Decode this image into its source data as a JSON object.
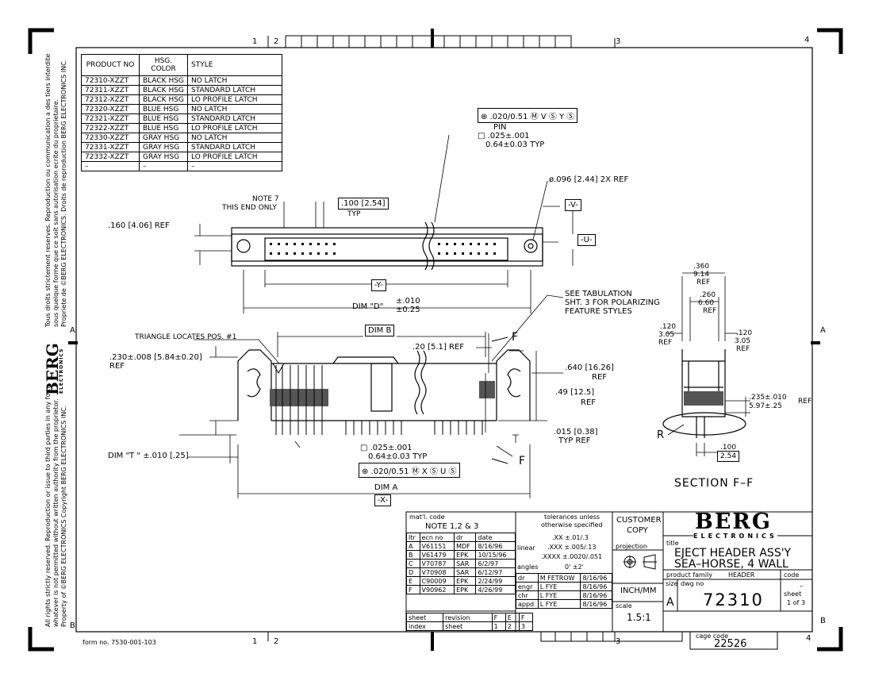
{
  "border": {
    "zone_top": [
      "1",
      "2",
      "3",
      "4"
    ],
    "zone_bottom": [
      "1",
      "2",
      "3",
      "4"
    ],
    "zone_side": [
      "A",
      "B"
    ],
    "form_no": "form no. 7530-001-103"
  },
  "side_notes": {
    "upper": [
      "Tous droits strictement reserves.  Reproduction ou communication a des tiers interdite",
      "sous quelque forme que ce soit sans autorisation ecrite du proprietaire.",
      "Propriete de ©BERG ELECTRONICS.       Droits de reproduction BERG ELECTRONICS INC."
    ],
    "lower": [
      "All rights strictly reserved.  Reproduction or issue to third parties in any form",
      "whatever is not permitted without written authority from the proprietor.",
      "Property of ©BERG ELECTRONICS       Copyright BERG ELECTRONICS INC."
    ],
    "logo": "BERG",
    "logo_sub": "ELECTRONICS"
  },
  "product_table": {
    "headers": [
      "PRODUCT NO",
      "HSG. COLOR",
      "STYLE"
    ],
    "rows": [
      [
        "72310-XZZT",
        "BLACK HSG",
        "NO LATCH"
      ],
      [
        "72311-XZZT",
        "BLACK HSG",
        "STANDARD LATCH"
      ],
      [
        "72312-XZZT",
        "BLACK HSG",
        "LO PROFILE LATCH"
      ],
      [
        "72320-XZZT",
        "BLUE HSG",
        "NO LATCH"
      ],
      [
        "72321-XZZT",
        "BLUE HSG",
        "STANDARD LATCH"
      ],
      [
        "72322-XZZT",
        "BLUE HSG",
        "LO PROFILE LATCH"
      ],
      [
        "72330-XZZT",
        "GRAY HSG",
        "NO LATCH"
      ],
      [
        "72331-XZZT",
        "GRAY HSG",
        "STANDARD LATCH"
      ],
      [
        "72332-XZZT",
        "GRAY HSG",
        "LO PROFILE LATCH"
      ],
      [
        "–",
        "–",
        "–"
      ]
    ]
  },
  "annotations": {
    "tol_top": "⊕ .020/0.51 Ⓜ V Ⓢ Y Ⓢ",
    "pin": "PIN",
    "pin_sq1": "□ .025±.001",
    "pin_sq2": "0.64±0.03  TYP",
    "hole": "ø.096 [2.44] 2X REF",
    "note7a": "NOTE 7",
    "note7b": "THIS END ONLY",
    "pitch": ".100 [2.54]",
    "pitch_typ": "TYP",
    "ref160": ".160 [4.06] REF",
    "v_box": "-V-",
    "u_box": "-U-",
    "y_box": "-Y-",
    "dim_d": "DIM \"D\"",
    "dim_d_tol1": "±.010",
    "dim_d_tol2": "±0.25",
    "see_tab1": "SEE TABULATION",
    "see_tab2": "SHT. 3 FOR POLARIZING",
    "see_tab3": "FEATURE STYLES",
    "triangle": "TRIANGLE LOCATES POS. #1",
    "dim_b": "DIM B",
    "ref20": ".20 [5.1] REF",
    "ref230a": ".230±.008 [5.84±0.20]",
    "ref230b": "REF",
    "ref640": ".640 [16.26]",
    "ref640b": "REF",
    "ref49": ".49 [12.5]",
    "ref49b": "REF",
    "ref015a": ".015 [0.38]",
    "ref015b": "TYP   REF",
    "pin2a": "□ .025±.001",
    "pin2b": "0.64±0.03  TYP",
    "tol_bottom": "⊕ .020/0.51 Ⓜ X Ⓢ U Ⓢ",
    "dim_t": "DIM \"T \" ±.010 [.25]",
    "dim_a": "DIM A",
    "x_box": "-X-",
    "f1": "F",
    "f2": "F",
    "sec_360": ".360",
    "sec_914": "9.14",
    "sec_ref1": "REF",
    "sec_260": ".260",
    "sec_660": "6.60",
    "sec_ref2": "REF",
    "sec_120l": ".120",
    "sec_305l": "3.05",
    "sec_refl": "REF",
    "sec_120r": ".120",
    "sec_305r": "3.05",
    "sec_refr": "REF",
    "sec_235": ".235±.010",
    "sec_597": "5.97±.25",
    "sec_235ref": "REF",
    "sec_r": "R",
    "sec_100": ".100",
    "sec_254": "2.54",
    "section": "SECTION  F–F"
  },
  "title_block": {
    "matl_code": "mat'l. code",
    "note": "NOTE 1,2 & 3",
    "rev_headers": [
      "ltr",
      "ecn no",
      "dr",
      "date"
    ],
    "revisions": [
      [
        "A",
        "V61151",
        "MDF",
        "8/16/96"
      ],
      [
        "B",
        "V61479",
        "EPK",
        "10/15/96"
      ],
      [
        "C",
        "V70787",
        "SAR",
        "6/2/97"
      ],
      [
        "D",
        "V70908",
        "SAR",
        "6/12/97"
      ],
      [
        "E",
        "C90009",
        "EPK",
        "2/24/99"
      ],
      [
        "F",
        "V90962",
        "EPK",
        "4/26/99"
      ]
    ],
    "sheet_index": [
      "sheet",
      "revision",
      "F",
      "E",
      "F"
    ],
    "index_row": [
      "index",
      "sheet",
      "1",
      "2",
      "3"
    ],
    "tol_header1": "tolerances unless",
    "tol_header2": "otherwise specified",
    "tol_xx": ".XX  ±.01/.3",
    "tol_linear": "linear",
    "tol_xxx": ".XXX  ±.005/.13",
    "tol_xxxx": ".XXXX  ±.0020/.051",
    "tol_angles": "angles",
    "tol_ang_val": "0'  ±2'",
    "people": [
      [
        "dr",
        "M FETROW",
        "8/16/96"
      ],
      [
        "engr",
        "L  FYE",
        "8/16/96"
      ],
      [
        "chr",
        "L  FYE",
        "8/16/96"
      ],
      [
        "appd",
        "L  FYE",
        "8/16/96"
      ]
    ],
    "customer": "CUSTOMER",
    "copy": "COPY",
    "projection": "projection",
    "units": "INCH/MM",
    "scale_lbl": "scale",
    "scale": "1.5:1",
    "logo": "BERG",
    "logo_sub": "ELECTRONICS",
    "title_lbl": "title",
    "title1": "EJECT HEADER ASS'Y",
    "title2": "SEA–HORSE, 4 WALL",
    "family_lbl": "product family",
    "family": "HEADER",
    "code_lbl": "code",
    "code": "–",
    "size_lbl": "size",
    "size": "A",
    "dwg_lbl": "dwg no",
    "dwg_no": "72310",
    "sheet_lbl": "sheet",
    "sheet": "1 of 3",
    "cage_lbl": "cage code",
    "cage": "22526"
  }
}
